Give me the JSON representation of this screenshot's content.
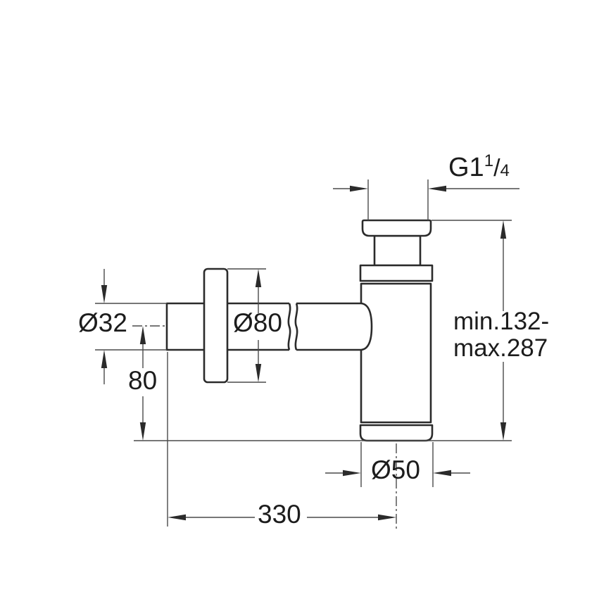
{
  "labels": {
    "thread": {
      "base": "G1",
      "sup": "1",
      "slash": "/",
      "sub": "4"
    },
    "height_range": {
      "line1": "min.132-",
      "line2": "max.287"
    },
    "inlet_diameter": "Ø32",
    "rosette_diameter": "Ø80",
    "inlet_offset": "80",
    "body_diameter": "Ø50",
    "depth": "330"
  },
  "colors": {
    "object_line": "#2b2b2b",
    "dimension_line": "#4a4a4a",
    "text": "#1c1c1c",
    "background": "#ffffff"
  }
}
